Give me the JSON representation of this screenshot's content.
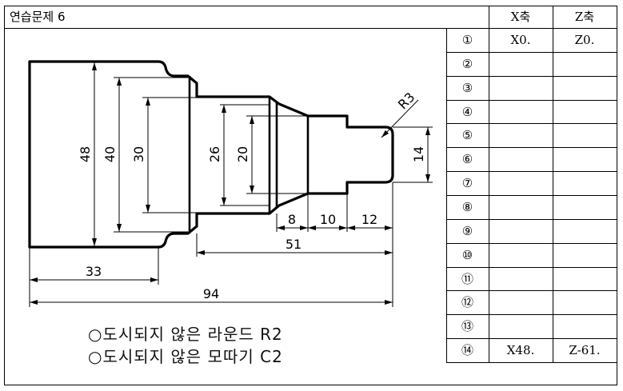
{
  "title": "연습문제 6",
  "table": {
    "headers": [
      "X축",
      "Z축"
    ],
    "rows": [
      {
        "no": "①",
        "x": "X0.",
        "z": "Z0."
      },
      {
        "no": "②",
        "x": "",
        "z": ""
      },
      {
        "no": "③",
        "x": "",
        "z": ""
      },
      {
        "no": "④",
        "x": "",
        "z": ""
      },
      {
        "no": "⑤",
        "x": "",
        "z": ""
      },
      {
        "no": "⑥",
        "x": "",
        "z": ""
      },
      {
        "no": "⑦",
        "x": "",
        "z": ""
      },
      {
        "no": "⑧",
        "x": "",
        "z": ""
      },
      {
        "no": "⑨",
        "x": "",
        "z": ""
      },
      {
        "no": "⑩",
        "x": "",
        "z": ""
      },
      {
        "no": "⑪",
        "x": "",
        "z": ""
      },
      {
        "no": "⑫",
        "x": "",
        "z": ""
      },
      {
        "no": "⑬",
        "x": "",
        "z": ""
      },
      {
        "no": "⑭",
        "x": "X48.",
        "z": "Z-61."
      }
    ]
  },
  "drawing": {
    "dims": {
      "d48": "48",
      "d40": "40",
      "d30": "30",
      "d26": "26",
      "d20": "20",
      "d14": "14",
      "l8": "8",
      "l10": "10",
      "l12": "12",
      "l51": "51",
      "l33": "33",
      "l94": "94",
      "r3": "R3"
    }
  },
  "notes": [
    "○도시되지 않은 라운드 R2",
    "○도시되지 않은 모따기 C2"
  ]
}
